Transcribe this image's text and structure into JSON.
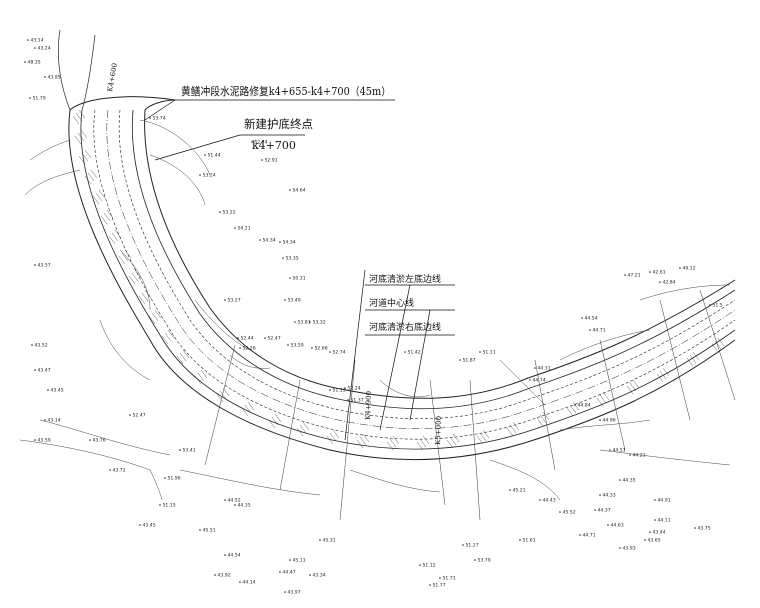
{
  "annotations": {
    "repair_title": "黄鳝冲段水泥路修复k4+655-k4+700（45m）",
    "endpoint_label": "新建护底终点",
    "endpoint_station": "k4+700",
    "stations": [
      "K4+600",
      "K4+900",
      "K5+000"
    ]
  },
  "legend": {
    "left_bottom_line": "河底清淤左底边线",
    "center_line": "河道中心线",
    "right_bottom_line": "河底清淤右底边线"
  },
  "elevations": [
    "43.14",
    "43.24",
    "48.35",
    "43.95",
    "51.79",
    "53.74",
    "52.91",
    "52.74",
    "51.44",
    "53.24",
    "54.64",
    "53.22",
    "54.34",
    "54.21",
    "53.35",
    "54.34",
    "50.31",
    "53.27",
    "53.49",
    "53.81",
    "53.32",
    "52.44",
    "52.47",
    "53.59",
    "52.66",
    "52.74",
    "52.26",
    "52.24",
    "51.37",
    "51.13",
    "51.11",
    "51.42",
    "51.87",
    "49.12",
    "47.21",
    "42.84",
    "42.61",
    "51.5",
    "44.54",
    "44.71",
    "44.31",
    "44.74",
    "44.84",
    "44.96",
    "44.51",
    "44.21",
    "44.35",
    "44.33",
    "44.37",
    "44.63",
    "45.51",
    "44.35",
    "44.54",
    "45.11",
    "45.31",
    "44.47",
    "44.52",
    "43.57",
    "43.52",
    "43.47",
    "43.45",
    "43.14",
    "43.59",
    "43.76",
    "43.72",
    "43.45",
    "43.92",
    "44.14",
    "43.97",
    "43.34",
    "51.77",
    "51.71",
    "51.12",
    "53.79",
    "51.27",
    "51.61",
    "52.47",
    "53.41",
    "51.96",
    "51.15",
    "43.44",
    "43.75",
    "44.11",
    "44.91",
    "43.65",
    "43.93",
    "44.71",
    "45.52",
    "44.43",
    "45.21"
  ]
}
